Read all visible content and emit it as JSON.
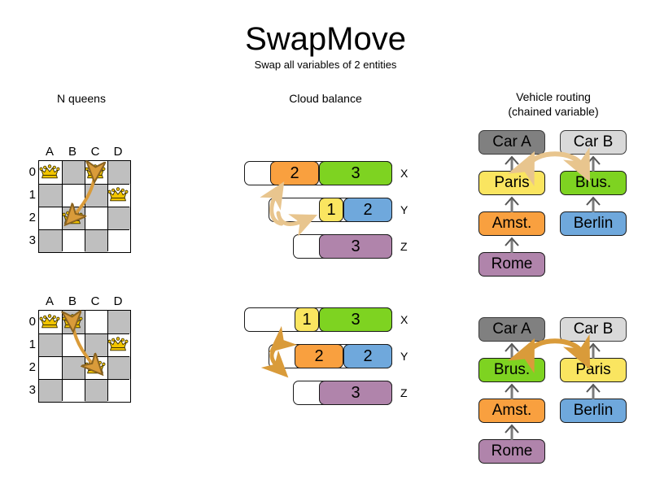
{
  "header": {
    "title": "SwapMove",
    "subtitle": "Swap all variables of 2 entities"
  },
  "sections": {
    "nqueens": {
      "title": "N queens"
    },
    "cloud": {
      "title": "Cloud balance"
    },
    "vrp": {
      "title_line1": "Vehicle routing",
      "title_line2": "(chained variable)"
    }
  },
  "colors": {
    "orange": "#f9a03f",
    "green": "#7ed321",
    "green_box": "#7ed321",
    "yellow": "#fae560",
    "blue": "#6fa8dc",
    "purple": "#b084ab",
    "gray_dark": "#808080",
    "gray_light": "#d9d9d9",
    "board_dark": "#bfbfbf",
    "board_light": "#ffffff",
    "arrow_light": "#e8c58e",
    "arrow_dark": "#d99b3a",
    "queen_gold": "#f2c500",
    "stroke": "#1a1a1a"
  },
  "nqueens": {
    "column_labels": [
      "A",
      "B",
      "C",
      "D"
    ],
    "row_labels": [
      "0",
      "1",
      "2",
      "3"
    ],
    "before": {
      "queens": [
        {
          "col": 0,
          "row": 0,
          "cell": "A0"
        },
        {
          "col": 2,
          "row": 0,
          "cell": "C0"
        },
        {
          "col": 3,
          "row": 1,
          "cell": "D1"
        },
        {
          "col": 1,
          "row": 2,
          "cell": "B2"
        }
      ],
      "swap_arrow": {
        "from": "C0",
        "to": "B2"
      }
    },
    "after": {
      "queens": [
        {
          "col": 0,
          "row": 0,
          "cell": "A0"
        },
        {
          "col": 1,
          "row": 0,
          "cell": "B0"
        },
        {
          "col": 3,
          "row": 1,
          "cell": "D1"
        },
        {
          "col": 2,
          "row": 2,
          "cell": "C2"
        }
      ],
      "swap_arrow": {
        "from": "B0",
        "to": "C2"
      }
    }
  },
  "cloud": {
    "before": {
      "rows": [
        {
          "label": "X",
          "segments": [
            {
              "value": "2",
              "color": "orange"
            },
            {
              "value": "3",
              "color": "green"
            }
          ]
        },
        {
          "label": "Y",
          "segments": [
            {
              "value": "1",
              "color": "yellow"
            },
            {
              "value": "2",
              "color": "blue"
            }
          ]
        },
        {
          "label": "Z",
          "segments": [
            {
              "value": "3",
              "color": "purple"
            }
          ]
        }
      ],
      "swap_arrow": {
        "from": "Y:1",
        "to": "X:2"
      }
    },
    "after": {
      "rows": [
        {
          "label": "X",
          "segments": [
            {
              "value": "1",
              "color": "yellow"
            },
            {
              "value": "3",
              "color": "green"
            }
          ]
        },
        {
          "label": "Y",
          "segments": [
            {
              "value": "2",
              "color": "orange"
            },
            {
              "value": "2",
              "color": "blue"
            }
          ]
        },
        {
          "label": "Z",
          "segments": [
            {
              "value": "3",
              "color": "purple"
            }
          ]
        }
      ],
      "swap_arrow": {
        "from": "X:1",
        "to": "Y:2"
      }
    }
  },
  "vrp": {
    "before": {
      "chain_a": [
        {
          "label": "Car A",
          "color": "gray_dark"
        },
        {
          "label": "Paris",
          "color": "yellow"
        },
        {
          "label": "Amst.",
          "color": "orange"
        },
        {
          "label": "Rome",
          "color": "purple"
        }
      ],
      "chain_b": [
        {
          "label": "Car B",
          "color": "gray_light"
        },
        {
          "label": "Brus.",
          "color": "green"
        },
        {
          "label": "Berlin",
          "color": "blue"
        }
      ],
      "swap_arrow": {
        "from": "Paris",
        "to": "Brus."
      }
    },
    "after": {
      "chain_a": [
        {
          "label": "Car A",
          "color": "gray_dark"
        },
        {
          "label": "Brus.",
          "color": "green"
        },
        {
          "label": "Amst.",
          "color": "orange"
        },
        {
          "label": "Rome",
          "color": "purple"
        }
      ],
      "chain_b": [
        {
          "label": "Car B",
          "color": "gray_light"
        },
        {
          "label": "Paris",
          "color": "yellow"
        },
        {
          "label": "Berlin",
          "color": "blue"
        }
      ],
      "swap_arrow": {
        "from": "Brus.",
        "to": "Paris"
      }
    }
  }
}
